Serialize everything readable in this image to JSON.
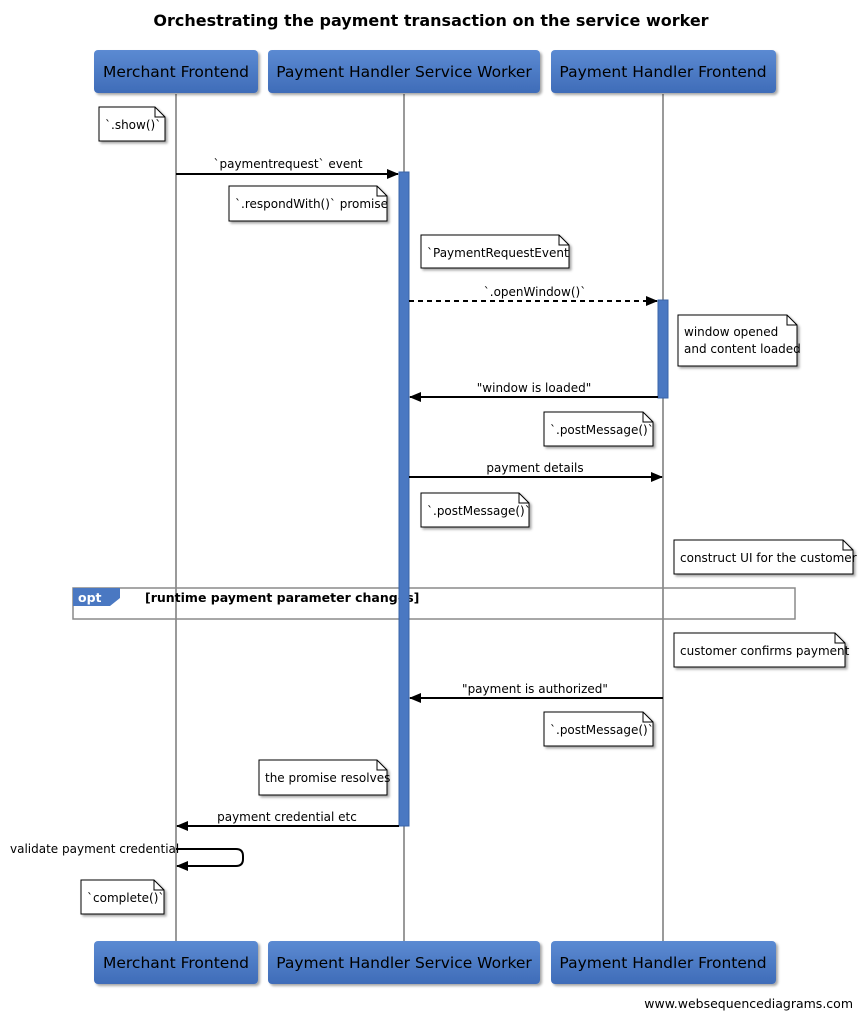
{
  "title": "Orchestrating the payment transaction on the service worker",
  "participants": [
    {
      "id": "merchant",
      "label": "Merchant Frontend"
    },
    {
      "id": "sw",
      "label": "Payment Handler Service Worker"
    },
    {
      "id": "frontend",
      "label": "Payment Handler Frontend"
    }
  ],
  "messages": [
    {
      "from": "merchant",
      "to": "sw",
      "label": "`paymentrequest` event",
      "style": "solid"
    },
    {
      "from": "sw",
      "to": "frontend",
      "label": "`.openWindow()`",
      "style": "dashed"
    },
    {
      "from": "frontend",
      "to": "sw",
      "label": "\"window is loaded\"",
      "style": "solid"
    },
    {
      "from": "sw",
      "to": "frontend",
      "label": "payment details",
      "style": "solid"
    },
    {
      "from": "frontend",
      "to": "sw",
      "label": "\"payment is authorized\"",
      "style": "solid"
    },
    {
      "from": "sw",
      "to": "merchant",
      "label": "payment credential etc",
      "style": "solid"
    },
    {
      "from": "merchant",
      "to": "merchant",
      "label": "validate payment credential",
      "style": "solid"
    }
  ],
  "notes": [
    {
      "lines": [
        "`.show()`"
      ]
    },
    {
      "lines": [
        "`.respondWith()` promise"
      ]
    },
    {
      "lines": [
        "`PaymentRequestEvent"
      ]
    },
    {
      "lines": [
        "window opened",
        "and content loaded"
      ]
    },
    {
      "lines": [
        "`.postMessage()`"
      ]
    },
    {
      "lines": [
        "`.postMessage()`"
      ]
    },
    {
      "lines": [
        "construct UI for the customer"
      ]
    },
    {
      "lines": [
        "customer confirms payment"
      ]
    },
    {
      "lines": [
        "`.postMessage()`"
      ]
    },
    {
      "lines": [
        "the promise resolves"
      ]
    },
    {
      "lines": [
        "`complete()`"
      ]
    }
  ],
  "frame": {
    "tag": "opt",
    "condition": "[runtime payment parameter changes]"
  },
  "footer": "www.websequencediagrams.com",
  "colors": {
    "participant_fill": "#4a78c2",
    "activation_fill": "#4a78c2",
    "lifeline": "#9a9a9a",
    "frame_border": "#8a8a8a"
  }
}
